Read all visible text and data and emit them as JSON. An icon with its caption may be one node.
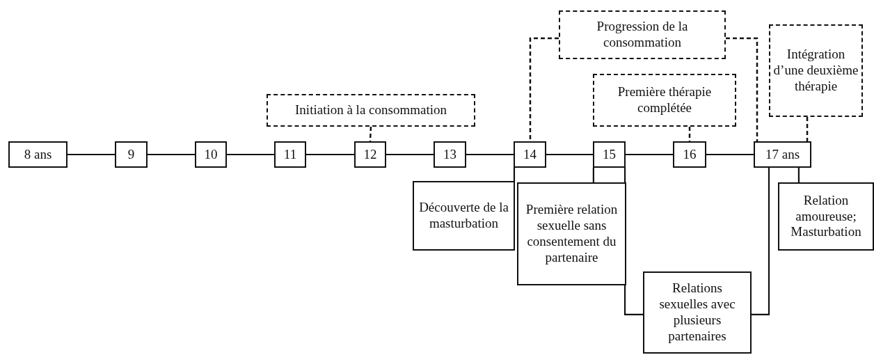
{
  "diagram": {
    "nodes": [
      {
        "text": [
          "Progression de la consommation"
        ]
      },
      {
        "text": [
          "Intégration d’une deuxième thérapie"
        ]
      },
      {
        "text": [
          "Première thérapie complétée"
        ]
      },
      {
        "text": [
          "Initiation à la consommation"
        ]
      },
      {
        "text": [
          "8 ans"
        ]
      },
      {
        "text": [
          "9"
        ]
      },
      {
        "text": [
          "10"
        ]
      },
      {
        "text": [
          "11"
        ]
      },
      {
        "text": [
          "12"
        ]
      },
      {
        "text": [
          "13"
        ]
      },
      {
        "text": [
          "14"
        ]
      },
      {
        "text": [
          "15"
        ]
      },
      {
        "text": [
          "16"
        ]
      },
      {
        "text": [
          "17 ans"
        ]
      },
      {
        "text": [
          "Découverte de la masturbation"
        ]
      },
      {
        "text": [
          "Première relation sexuelle sans consentement du partenaire"
        ]
      },
      {
        "text": [
          "Relation amoureuse; Masturbation"
        ]
      },
      {
        "text": [
          "Relations sexuelles avec plusieurs partenaires"
        ]
      }
    ],
    "edges": [
      {
        "from": 4,
        "to": 5,
        "arrow": "none"
      },
      {
        "from": 5,
        "to": 6,
        "arrow": "none"
      },
      {
        "from": 6,
        "to": 7,
        "arrow": "none"
      },
      {
        "from": 7,
        "to": 8,
        "arrow": "none"
      },
      {
        "from": 8,
        "to": 9,
        "arrow": "none"
      },
      {
        "from": 9,
        "to": 10,
        "arrow": "none"
      },
      {
        "from": 10,
        "to": 11,
        "arrow": "none"
      },
      {
        "from": 11,
        "to": 12,
        "arrow": "none"
      },
      {
        "from": 12,
        "to": 13,
        "arrow": "none"
      },
      {
        "from": 3,
        "to": 8,
        "arrow": "none",
        "style": "dashed"
      },
      {
        "from": 0,
        "to": 10,
        "arrow": "none",
        "style": "dashed"
      },
      {
        "from": 0,
        "to": 13,
        "arrow": "none",
        "style": "dashed"
      },
      {
        "from": 2,
        "to": 12,
        "arrow": "none",
        "style": "dashed"
      },
      {
        "from": 1,
        "to": 13,
        "arrow": "none",
        "style": "dashed"
      },
      {
        "from": 10,
        "to": 14,
        "arrow": "none"
      },
      {
        "from": 11,
        "to": 15,
        "arrow": "none"
      },
      {
        "from": 11,
        "to": 17,
        "arrow": "none"
      },
      {
        "from": 13,
        "to": 17,
        "arrow": "none"
      },
      {
        "from": 13,
        "to": 16,
        "arrow": "none"
      }
    ]
  }
}
